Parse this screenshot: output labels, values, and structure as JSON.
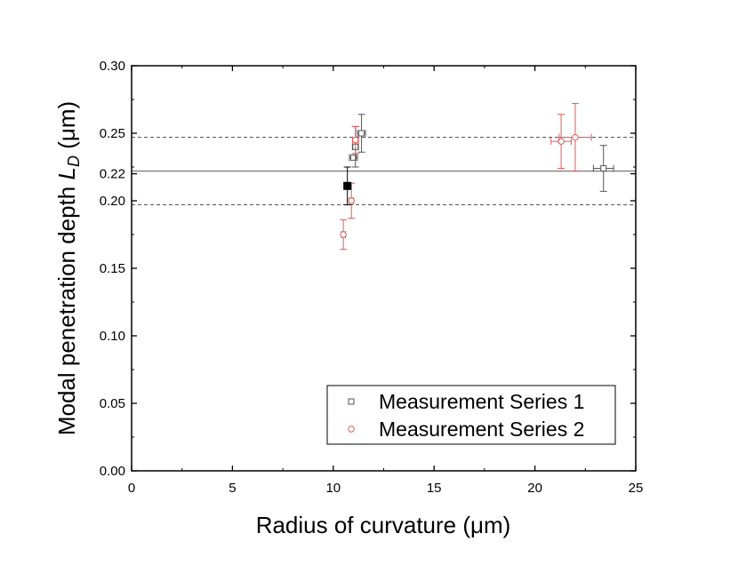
{
  "chart_data": {
    "type": "scatter",
    "xlabel": "Radius of curvature (μm)",
    "ylabel_prefix": "Modal penetration depth ",
    "ylabel_symbol": "L",
    "ylabel_subscript": "D",
    "ylabel_suffix": " (μm)",
    "xlim": [
      0,
      25
    ],
    "ylim": [
      0.0,
      0.3
    ],
    "x_ticks": [
      0,
      5,
      10,
      15,
      20,
      25
    ],
    "x_tick_labels": [
      "0",
      "5",
      "10",
      "15",
      "20",
      "25"
    ],
    "y_ticks": [
      0.0,
      0.05,
      0.1,
      0.15,
      0.2,
      0.22,
      0.25,
      0.3
    ],
    "y_tick_labels": [
      "0.00",
      "0.05",
      "0.10",
      "0.15",
      "0.20",
      "0.22",
      "0.25",
      "0.30"
    ],
    "grid": false,
    "legend_position": "bottom-right",
    "reference_lines": [
      {
        "y": 0.222,
        "style": "solid",
        "color": "#808080"
      },
      {
        "y": 0.247,
        "style": "dashed",
        "color": "#555555"
      },
      {
        "y": 0.197,
        "style": "dashed",
        "color": "#555555"
      }
    ],
    "mean_point": {
      "x": 10.7,
      "y": 0.211,
      "yerr": 0.014,
      "color": "#000000"
    },
    "series": [
      {
        "name": "Measurement Series 1",
        "color": "#555555",
        "marker": "square-open",
        "points": [
          {
            "x": 11.0,
            "y": 0.232,
            "xerr": 0.2,
            "yerr": 0.0
          },
          {
            "x": 11.1,
            "y": 0.24,
            "xerr": 0.15,
            "yerr": 0.015
          },
          {
            "x": 11.4,
            "y": 0.25,
            "xerr": 0.2,
            "yerr": 0.014
          },
          {
            "x": 23.4,
            "y": 0.224,
            "xerr": 0.5,
            "yerr": 0.017
          }
        ]
      },
      {
        "name": "Measurement Series 2",
        "color": "#e05a5a",
        "marker": "circle-open",
        "points": [
          {
            "x": 10.5,
            "y": 0.175,
            "xerr": 0.1,
            "yerr": 0.011
          },
          {
            "x": 10.9,
            "y": 0.2,
            "xerr": 0.1,
            "yerr": 0.013
          },
          {
            "x": 11.1,
            "y": 0.245,
            "xerr": 0.15,
            "yerr": 0.01
          },
          {
            "x": 21.3,
            "y": 0.244,
            "xerr": 0.5,
            "yerr": 0.02
          },
          {
            "x": 22.0,
            "y": 0.247,
            "xerr": 0.8,
            "yerr": 0.025
          }
        ]
      }
    ]
  }
}
